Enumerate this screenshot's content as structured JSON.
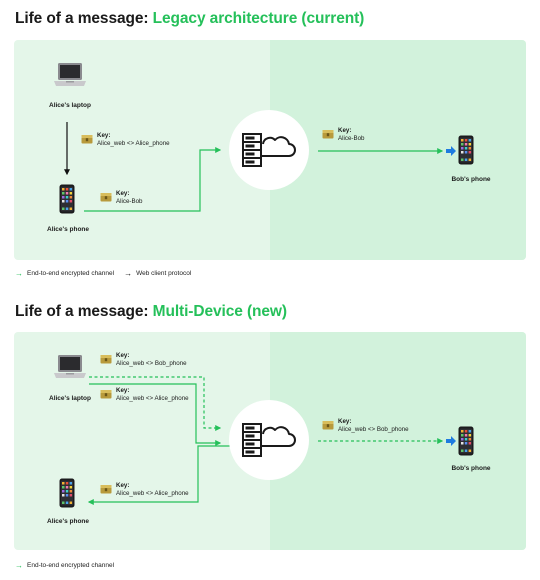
{
  "colors": {
    "accent": "#25c05a",
    "panel_left": "#e4f6e9",
    "panel_right": "#d2f2dc",
    "black_arrow": "#111111",
    "blue_arrow": "#1e7be0"
  },
  "section1": {
    "title_prefix": "Life of a message: ",
    "title_accent": "Legacy architecture (current)",
    "alice_laptop_label": "Alice's laptop",
    "alice_phone_label": "Alice's phone",
    "bob_phone_label": "Bob's phone",
    "keys": [
      {
        "heading": "Key:",
        "value": "Alice_web <> Alice_phone"
      },
      {
        "heading": "Key:",
        "value": "Alice-Bob"
      },
      {
        "heading": "Key:",
        "value": "Alice-Bob"
      }
    ],
    "legend": [
      {
        "icon": "green-arrow",
        "label": "End-to-end encrypted channel"
      },
      {
        "icon": "black-arrow",
        "label": "Web client protocol"
      }
    ]
  },
  "section2": {
    "title_prefix": "Life of a message: ",
    "title_accent": "Multi-Device (new)",
    "alice_laptop_label": "Alice's laptop",
    "alice_phone_label": "Alice's phone",
    "bob_phone_label": "Bob's phone",
    "keys": [
      {
        "heading": "Key:",
        "value": "Alice_web <> Bob_phone"
      },
      {
        "heading": "Key:",
        "value": "Alice_web <> Alice_phone"
      },
      {
        "heading": "Key:",
        "value": "Alice_web <> Bob_phone"
      },
      {
        "heading": "Key:",
        "value": "Alice_web <> Alice_phone"
      }
    ],
    "legend": [
      {
        "icon": "green-arrow",
        "label": "End-to-end encrypted channel"
      }
    ]
  }
}
